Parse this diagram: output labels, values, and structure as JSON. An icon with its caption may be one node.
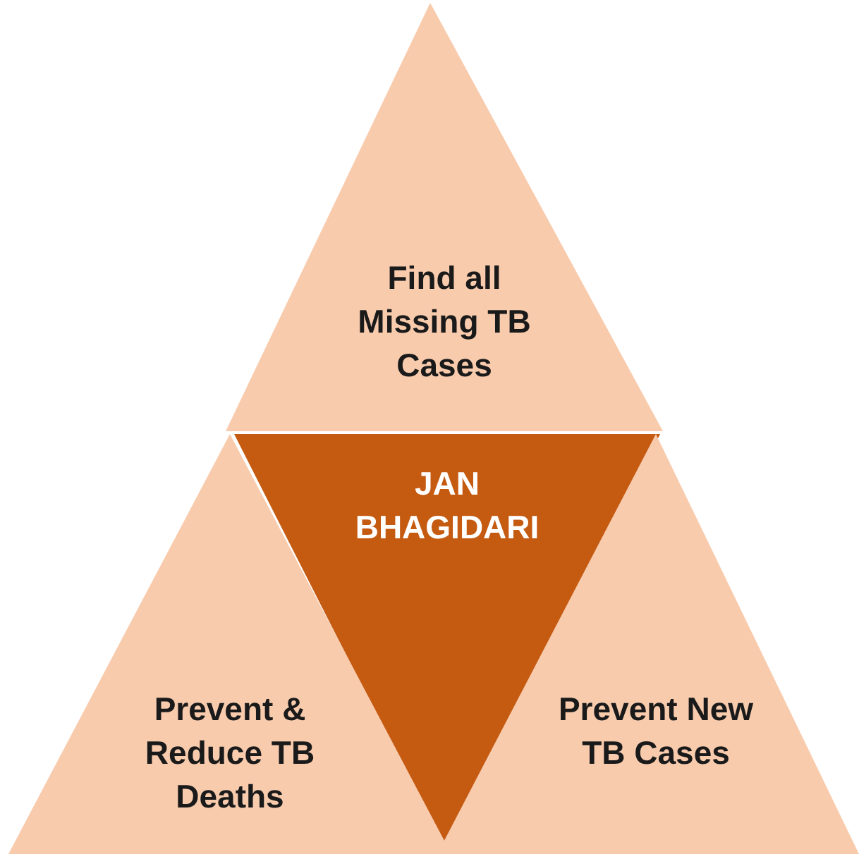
{
  "diagram": {
    "nodes": [
      {
        "text": [
          "Find all Missing TB Cases"
        ]
      },
      {
        "text": [
          "JAN BHAGIDARI"
        ]
      },
      {
        "text": [
          "Prevent & Reduce TB Deaths"
        ]
      },
      {
        "text": [
          "Prevent New TB Cases"
        ]
      }
    ]
  }
}
